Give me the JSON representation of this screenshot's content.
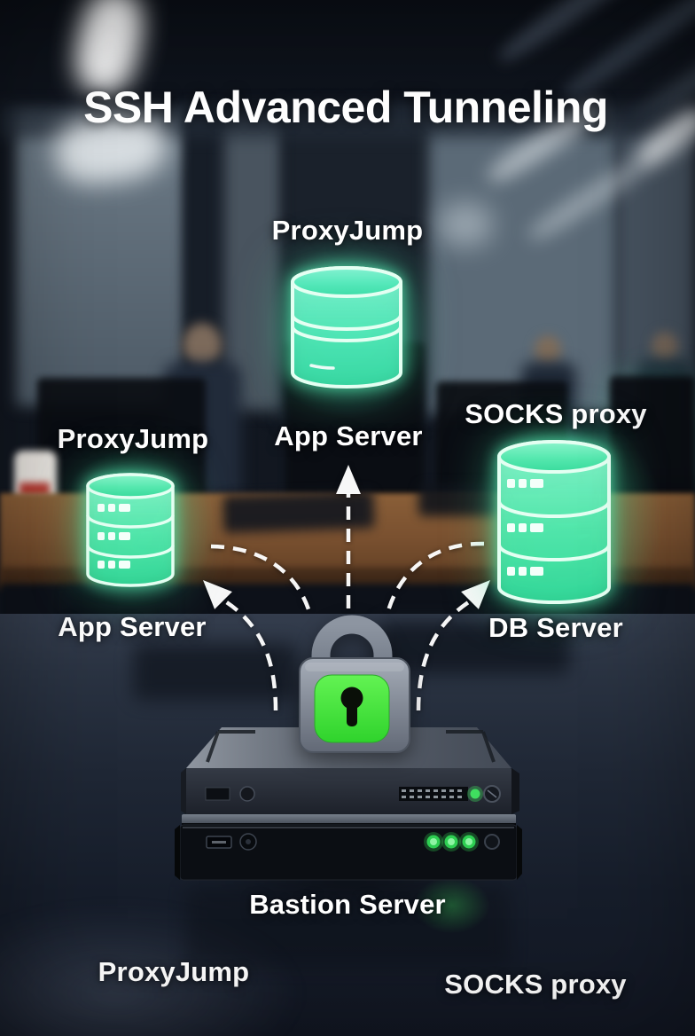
{
  "title": "SSH Advanced Tunneling",
  "nodes": {
    "top": {
      "protocol": "ProxyJump",
      "name": "App Server"
    },
    "left": {
      "protocol": "ProxyJump",
      "name": "App Server"
    },
    "right": {
      "protocol": "SOCKS proxy",
      "name": "DB Server"
    }
  },
  "bastion": {
    "name": "Bastion Server",
    "footnote_left": "ProxyJump",
    "footnote_right": "SOCKS proxy"
  },
  "icons": {
    "database": "database-icon",
    "lock": "padlock-icon",
    "hardware": "bastion-hardware-icon",
    "arrows": "dashed-tunnel-arrows"
  },
  "colors": {
    "db_glow_green": "#4ee8a6",
    "db_fill_green": "#45e3a4",
    "lock_green": "#3ce03a",
    "led_green": "#3fdf5f",
    "arrow_white": "#ffffff",
    "text_white": "#ffffff",
    "desk_wood": "#7a5130",
    "bg_dark": "#141a24"
  }
}
